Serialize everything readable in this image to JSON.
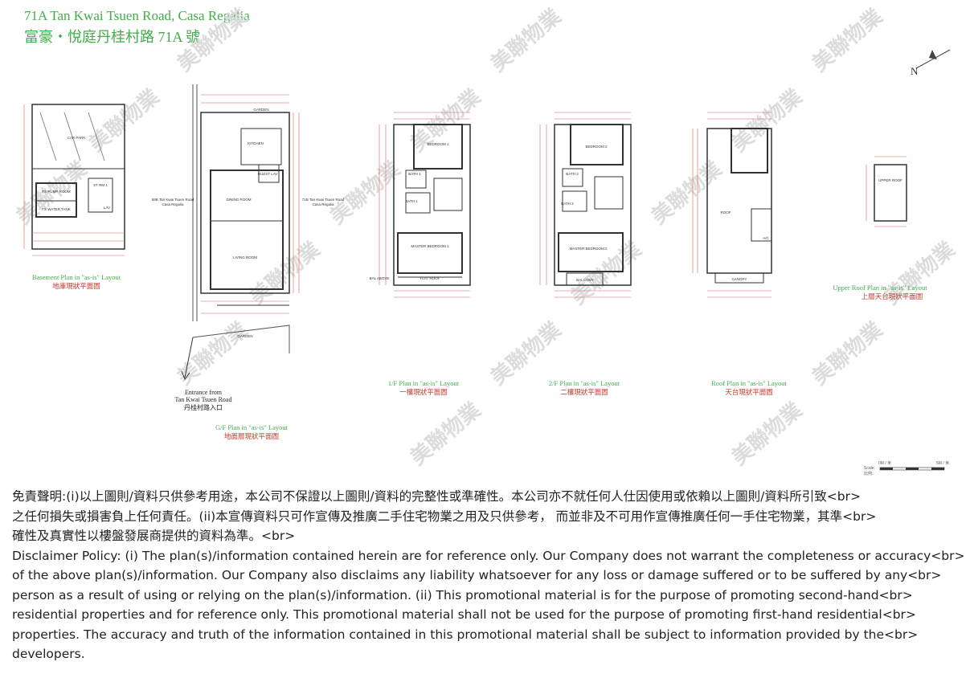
{
  "header": {
    "title_en": "71A Tan Kwai Tsuen Road, Casa Regalia",
    "title_zh": "富豪・悅庭丹桂村路 71A 號"
  },
  "compass": {
    "label": "N"
  },
  "plans": [
    {
      "caption_en": "Basement Plan in \"as-is\" Layout",
      "caption_zh": "地庫現狀平面圖",
      "rooms": [
        "CAR PARK",
        "FS PUMP ROOM",
        "FS WATER TANK",
        "ST RM 1",
        "LAV"
      ]
    },
    {
      "caption_en": "G/F Plan in \"as-is\" Layout",
      "caption_zh": "地面層現狀平面圖",
      "rooms": [
        "GARDEN",
        "KITCHEN",
        "GUEST LAV",
        "DINING ROOM",
        "LIVING ROOM",
        "GARDEN"
      ]
    },
    {
      "caption_en": "1/F Plan in \"as-is\" Layout",
      "caption_zh": "一樓現狀平面圖",
      "rooms": [
        "BEDROOM 1",
        "BATH 1",
        "BATH 1",
        "MASTER BEDROOM 1",
        "FLAT ROOF",
        "BAL ABOVE"
      ]
    },
    {
      "caption_en": "2/F Plan in \"as-is\" Layout",
      "caption_zh": "二樓現狀平面圖",
      "rooms": [
        "BEDROOM 2",
        "BATH 2",
        "BATH 2",
        "MASTER BEDROOM 2",
        "BALCONY"
      ]
    },
    {
      "caption_en": "Roof Plan in \"as-is\" Layout",
      "caption_zh": "天台現狀平面圖",
      "rooms": [
        "ROOF",
        "A/C",
        "CANOPY"
      ]
    },
    {
      "caption_en": "Upper Roof Plan in \"as-is\" Layout",
      "caption_zh": "上層天台現狀平面圖",
      "rooms": [
        "UPPER ROOF"
      ]
    }
  ],
  "neighbours": {
    "left": [
      "69B Tan Kwai Tsuen Road",
      "Casa Regalia"
    ],
    "right": [
      "71B Tan Kwai Tsuen Road",
      "Casa Regalia"
    ]
  },
  "entrance": {
    "en_line1": "Entrance from",
    "en_line2": "Tan Kwai Tsuen Road",
    "zh": "丹桂村路入口"
  },
  "scale": {
    "label": "Scale:",
    "zh": "比例：",
    "start": "0M / 米",
    "end": "5M / 米"
  },
  "watermark": "美聯物業",
  "disclaimer_lines": [
    "免責聲明:(i)以上圖則/資料只供參考用途，本公司不保證以上圖則/資料的完整性或準確性。本公司亦不就任何人仕因使用或依賴以上圖則/資料所引致<br>",
    "之任何損失或損害負上任何責任。(ii)本宣傳資料只可作宣傳及推廣二手住宅物業之用及只供參考， 而並非及不可用作宣傳推廣任何一手住宅物業，其準<br>",
    "確性及真實性以樓盤發展商提供的資料為準。<br>",
    "Disclaimer Policy: (i) The plan(s)/information contained herein are for reference only. Our Company does not warrant the completeness or accuracy<br>",
    "of the above plan(s)/information. Our Company also disclaims any liability whatsoever for any loss or damage suffered or to be suffered by any<br>",
    "person as a result of using or relying on the plan(s)/information. (ii) This promotional material is for the purpose of promoting second-hand<br>",
    "residential properties and for reference only. This promotional material shall not be used for the purpose of promoting first-hand residential<br>",
    "properties. The accuracy and truth of the information contained in this promotional material shall be subject to information provided by the<br>",
    "developers."
  ]
}
